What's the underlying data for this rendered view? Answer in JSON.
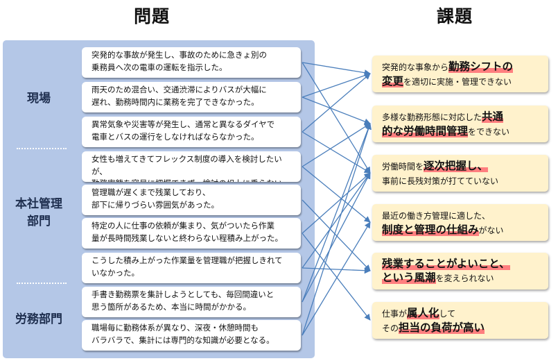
{
  "headings": {
    "problems": "問題",
    "issues": "課題"
  },
  "categories": [
    {
      "id": "genba",
      "label": "現場"
    },
    {
      "id": "honsha",
      "label": "本社管理\n部門"
    },
    {
      "id": "roumu",
      "label": "労務部門"
    }
  ],
  "problems": [
    {
      "text": "突発的な事故が発生し、事故のために急きょ別の\n乗務員へ次の電車の運転を指示した。"
    },
    {
      "text": "雨天のため混合い、交通渋滞によりバスが大幅に\n遅れ、勤務時間内に業務を完了できなかった。"
    },
    {
      "text": "異常気象や災害等が発生し、通常と異なるダイヤで\n電車とバスの運行をしなければならなかった。"
    },
    {
      "text": "女性も増えてきてフレックス制度の導入を検討したいが、\n勤務実態を容易に把握できず、検討の俎上に乗らない。"
    },
    {
      "text": "管理職が遅くまで残業しており、\n部下に帰りづらい雰囲気があった。"
    },
    {
      "text": "特定の人に仕事の依頼が集まり、気がついたら作業\n量が長時間残業しないと終わらない程積み上がった。"
    },
    {
      "text": "こうした積み上がった作業量を管理職が把握しきれて\nいなかった。"
    },
    {
      "text": "手書き勤務票を集計しようとしても、毎回間違いと\n思う箇所があるため、本当に時間がかかる。"
    },
    {
      "text": "職場毎に勤務体系が異なり、深夜・休憩時間も\nバラバラで、集計には専門的な知識が必要となる。"
    }
  ],
  "issues": [
    {
      "lines": [
        [
          {
            "t": "突発的な事象から",
            "b": false
          },
          {
            "t": "勤務シフトの",
            "b": true
          }
        ],
        [
          {
            "t": "変更",
            "b": true
          },
          {
            "t": "を適切に実施・管理できない",
            "b": false
          }
        ]
      ]
    },
    {
      "lines": [
        [
          {
            "t": "多様な勤務形態に対応した",
            "b": false
          },
          {
            "t": "共通",
            "b": true
          }
        ],
        [
          {
            "t": "的な労働時間管理",
            "b": true
          },
          {
            "t": "をできない",
            "b": false
          }
        ]
      ]
    },
    {
      "lines": [
        [
          {
            "t": "労働時間を",
            "b": false
          },
          {
            "t": "逐次把握し、",
            "b": true
          }
        ],
        [
          {
            "t": "事前に長残対策が打てていない",
            "b": false
          }
        ]
      ]
    },
    {
      "lines": [
        [
          {
            "t": "最近の働き方管理に適した、",
            "b": false
          }
        ],
        [
          {
            "t": "制度と管理の仕組み",
            "b": true
          },
          {
            "t": "がない",
            "b": false
          }
        ]
      ]
    },
    {
      "lines": [
        [
          {
            "t": "残業することがよいこと、",
            "b": true
          }
        ],
        [
          {
            "t": "という風潮",
            "b": true
          },
          {
            "t": "を変えられない",
            "b": false
          }
        ]
      ]
    },
    {
      "lines": [
        [
          {
            "t": "仕事が",
            "b": false
          },
          {
            "t": "属人化",
            "b": true
          },
          {
            "t": "して",
            "b": false
          }
        ],
        [
          {
            "t": "その",
            "b": false
          },
          {
            "t": "担当の負荷が高い",
            "b": true
          }
        ]
      ]
    }
  ],
  "connections": [
    [
      0,
      0
    ],
    [
      0,
      2
    ],
    [
      1,
      0
    ],
    [
      1,
      1
    ],
    [
      2,
      0
    ],
    [
      2,
      2
    ],
    [
      3,
      1
    ],
    [
      3,
      3
    ],
    [
      4,
      4
    ],
    [
      5,
      2
    ],
    [
      5,
      5
    ],
    [
      6,
      2
    ],
    [
      6,
      4
    ],
    [
      7,
      1
    ],
    [
      7,
      2
    ],
    [
      8,
      1
    ],
    [
      8,
      3
    ]
  ],
  "colors": {
    "panel": "#b4c7e7",
    "arrow": "#4a7ebb",
    "issue_fill": "#fff2cc",
    "highlight": "#ff7f7f"
  }
}
